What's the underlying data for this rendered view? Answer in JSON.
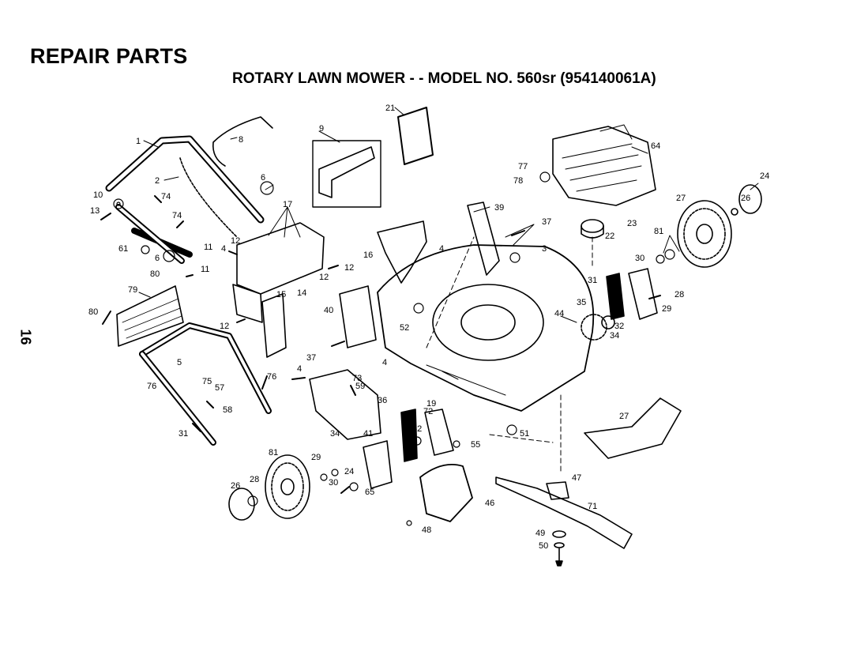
{
  "header": {
    "title": "REPAIR PARTS",
    "subtitle": "ROTARY LAWN MOWER - - MODEL NO. 560sr (954140061A)",
    "page_number": "16"
  },
  "callouts": [
    "1",
    "2",
    "10",
    "13",
    "74",
    "74",
    "61",
    "6",
    "80",
    "79",
    "80",
    "8",
    "6",
    "17",
    "11",
    "12",
    "4",
    "11",
    "12",
    "16",
    "4",
    "9",
    "21",
    "77",
    "78",
    "64",
    "24",
    "27",
    "26",
    "39",
    "37",
    "23",
    "22",
    "81",
    "3",
    "30",
    "31",
    "28",
    "29",
    "32",
    "35",
    "34",
    "44",
    "52",
    "40",
    "12",
    "14",
    "15",
    "12",
    "37",
    "4",
    "4",
    "76",
    "73",
    "59",
    "5",
    "75",
    "57",
    "58",
    "76",
    "31",
    "36",
    "19",
    "72",
    "34",
    "32",
    "41",
    "55",
    "51",
    "27",
    "81",
    "29",
    "24",
    "26",
    "28",
    "30",
    "65",
    "46",
    "47",
    "71",
    "48",
    "49",
    "50"
  ]
}
